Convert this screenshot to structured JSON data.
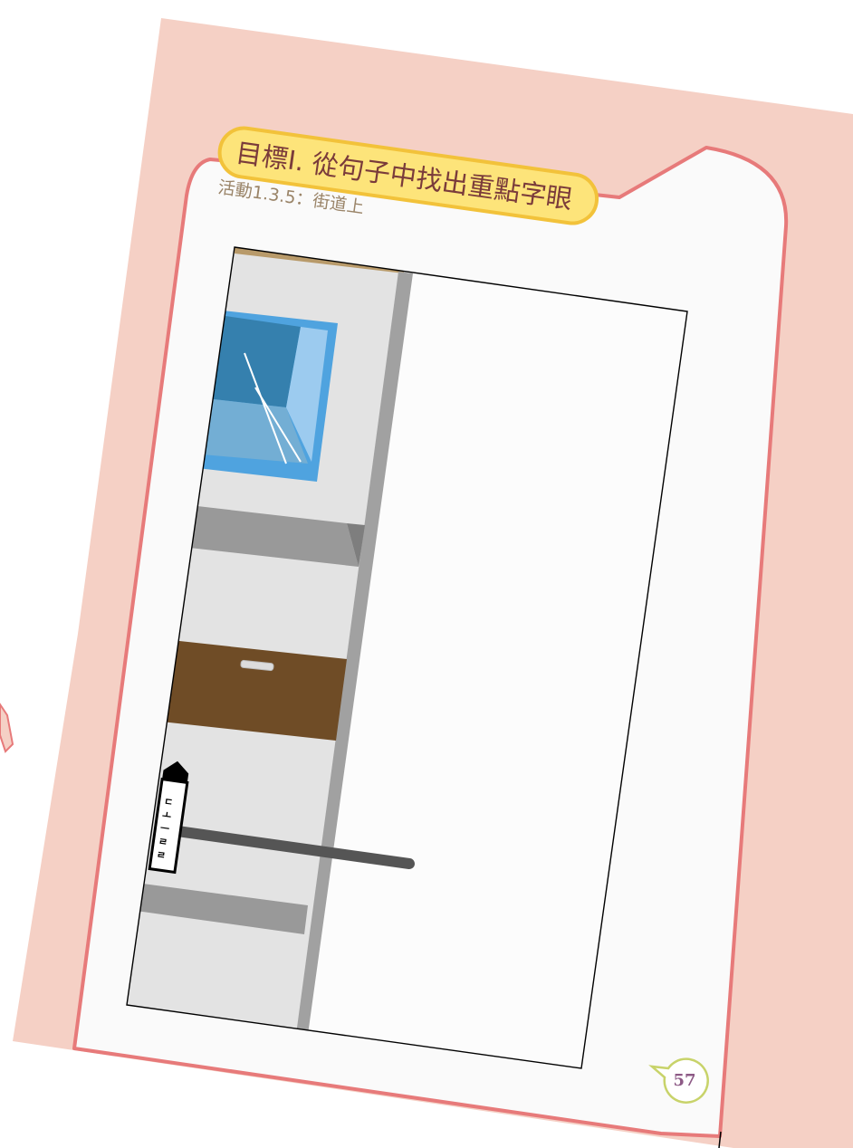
{
  "page": {
    "goal_title": "目標I. 從句子中找出重點字眼",
    "activity_label": "活動1.3.5：街道上",
    "page_number": "57"
  },
  "illustration": {
    "sign_text": "ㄷ ㅗ ㅡ ㄹ ㄹ"
  },
  "colors": {
    "page_background": "#f5d0c5",
    "page_border": "#e77a7a",
    "title_badge": "#fde47a",
    "title_badge_border": "#f2c23a",
    "card": "#fafafa",
    "wall": "#e3e3e3",
    "window_frame": "#4fa3df",
    "drawer": "#6f4c26"
  }
}
